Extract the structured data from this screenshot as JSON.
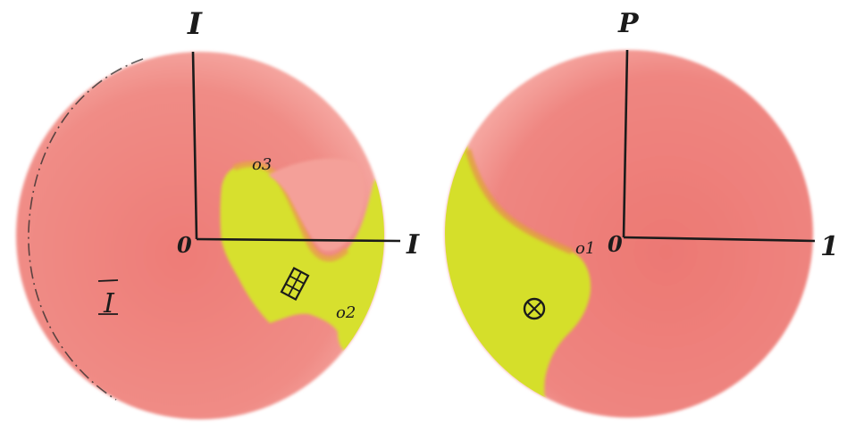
{
  "colors": {
    "background": "#ffffff",
    "pink_region": "#ef7f7b",
    "pink_light": "#f6a6a0",
    "yellow_region": "#d9e22e",
    "orange_edge": "#e9a64a",
    "ink": "#1b1b1b"
  },
  "left_figure": {
    "vertical_axis_label": "I",
    "horizontal_axis_label": "I",
    "origin_label": "0",
    "point_labels": [
      "o3",
      "o2"
    ],
    "region_label": "I",
    "symbols": [
      "grid-square-symbol"
    ]
  },
  "right_figure": {
    "vertical_axis_label": "P",
    "horizontal_axis_label": "1",
    "origin_label": "0",
    "point_labels": [
      "o1"
    ],
    "symbols": [
      "circled-cross-symbol"
    ]
  }
}
